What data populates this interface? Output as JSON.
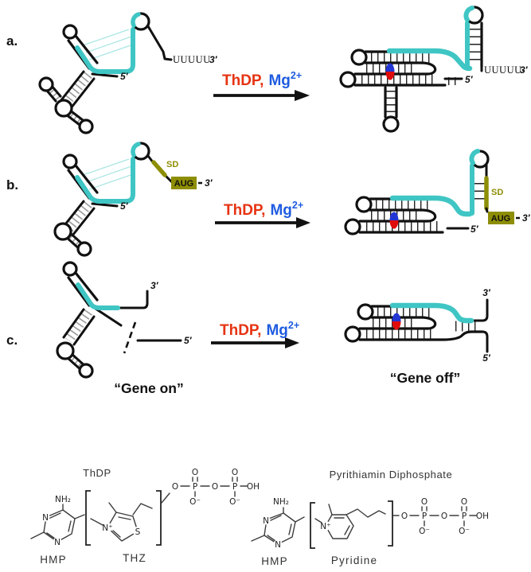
{
  "panels": {
    "a": {
      "letter": "a.",
      "left": {
        "five_prime": "5′",
        "u_tail": "UUUUU",
        "three_prime": "3′"
      },
      "right": {
        "u_tail": "UUUUU-",
        "three_prime": "3′",
        "five_prime": "5′"
      }
    },
    "b": {
      "letter": "b.",
      "left": {
        "five_prime": "5′",
        "sd": "SD",
        "aug": "AUG",
        "three_prime": "3′"
      },
      "right": {
        "sd": "SD",
        "aug": "AUG",
        "three_prime": "3′",
        "five_prime": "5′"
      }
    },
    "c": {
      "letter": "c.",
      "left": {
        "three_prime": "3′",
        "five_prime": "5′"
      },
      "right": {
        "three_prime": "3′",
        "five_prime": "5′"
      }
    }
  },
  "reaction": {
    "reagent": "ThDP,",
    "cofactor": "Mg",
    "cofactor_sup": "2+"
  },
  "captions": {
    "gene_on": "“Gene on”",
    "gene_off": "“Gene off”"
  },
  "chemistry": {
    "thdp": {
      "title": "ThDP",
      "part1": "HMP",
      "part2": "THZ"
    },
    "pyrithiamin": {
      "title": "Pyrithiamin Diphosphate",
      "part1": "HMP",
      "part2": "Pyridine"
    },
    "atoms": {
      "nh2": "NH₂",
      "n": "N",
      "n_plus": "N⁺",
      "s": "S",
      "o": "O",
      "o_minus": "O⁻",
      "p": "P",
      "oh": "OH"
    }
  },
  "colors": {
    "aptamer_teal": "#3fc6c4",
    "sd_olive": "#8e8e05",
    "reagent_red": "#e63312",
    "cofactor_blue": "#1f5ce0",
    "ligand_blue": "#2236d4",
    "ligand_red": "#e00b0b"
  }
}
